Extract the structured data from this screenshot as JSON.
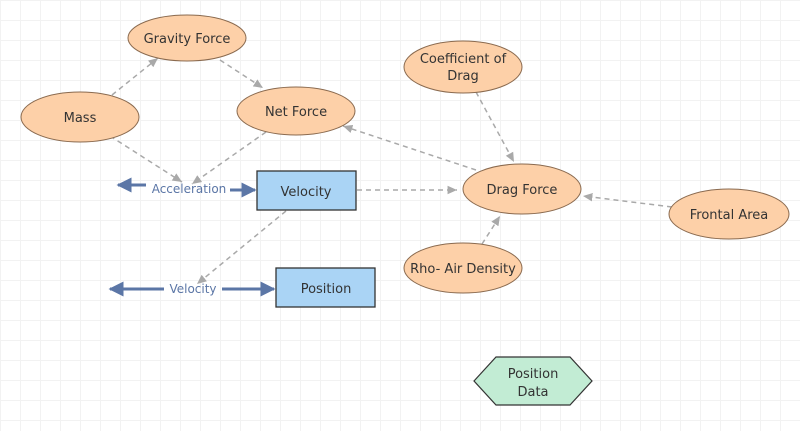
{
  "diagram": {
    "variables": {
      "gravity_force": "Gravity Force",
      "mass": "Mass",
      "net_force": "Net Force",
      "coefficient_of_drag_line1": "Coefficient of",
      "coefficient_of_drag_line2": "Drag",
      "drag_force": "Drag Force",
      "frontal_area": "Frontal Area",
      "rho_air_density": "Rho- Air Density"
    },
    "stocks": {
      "velocity": "Velocity",
      "position": "Position"
    },
    "flows": {
      "acceleration": "Acceleration",
      "velocity": "Velocity"
    },
    "converters": {
      "position_data_line1": "Position",
      "position_data_line2": "Data"
    }
  },
  "colors": {
    "variable_fill": "#fdd0a8",
    "variable_stroke": "#8a6a4f",
    "stock_fill": "#aad4f5",
    "stock_stroke": "#333333",
    "converter_fill": "#c2ecd4",
    "converter_stroke": "#333333",
    "flow_color": "#5b76a6",
    "link_color": "#a9a9a9"
  }
}
